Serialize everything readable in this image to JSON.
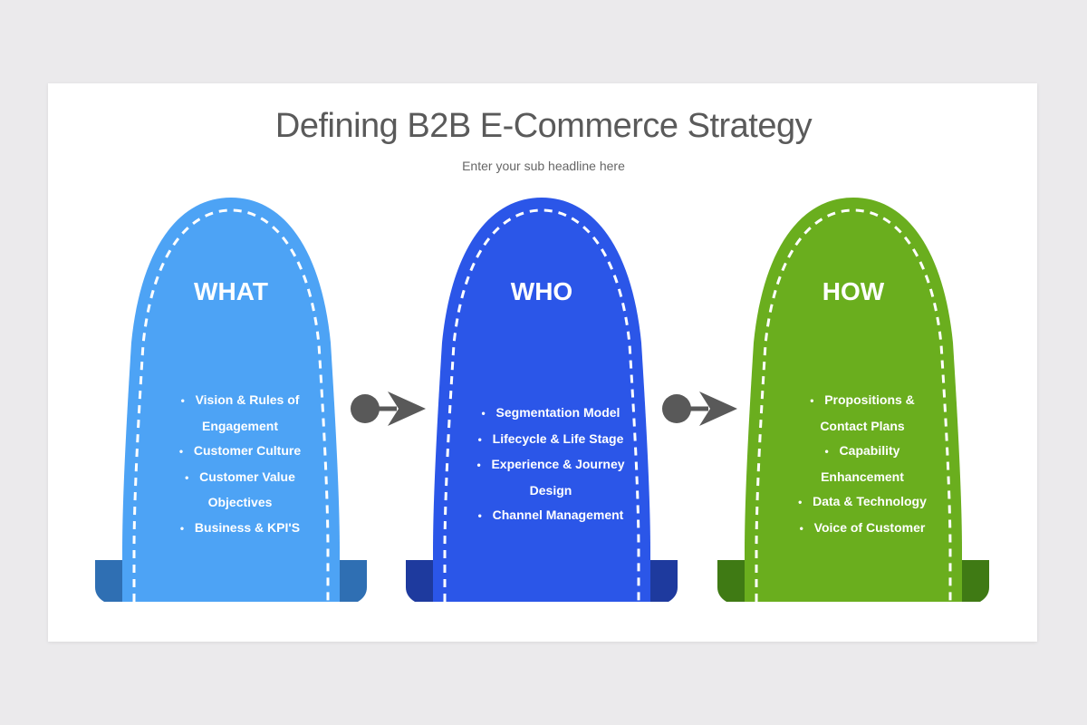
{
  "title": "Defining B2B E-Commerce Strategy",
  "subtitle": "Enter your sub headline here",
  "cards": [
    {
      "heading": "WHAT",
      "color": "#4da3f5",
      "fold_color": "#2f6fb3",
      "items": [
        "Vision & Rules of",
        "Engagement",
        "Customer Culture",
        "Customer Value",
        "Objectives",
        "Business & KPI'S"
      ],
      "bullets": [
        true,
        false,
        true,
        true,
        false,
        true
      ]
    },
    {
      "heading": "WHO",
      "color": "#2b56e8",
      "fold_color": "#1e3a9e",
      "items": [
        "Segmentation Model",
        "Lifecycle & Life Stage",
        "Experience & Journey",
        "Design",
        "Channel Management"
      ],
      "bullets": [
        true,
        true,
        true,
        false,
        true
      ]
    },
    {
      "heading": "HOW",
      "color": "#6aae1e",
      "fold_color": "#3f7a14",
      "items": [
        "Propositions &",
        "Contact Plans",
        "Capability",
        "Enhancement",
        "Data & Technology",
        "Voice of Customer"
      ],
      "bullets": [
        true,
        false,
        true,
        false,
        true,
        true
      ]
    }
  ],
  "arrow_color": "#595959"
}
